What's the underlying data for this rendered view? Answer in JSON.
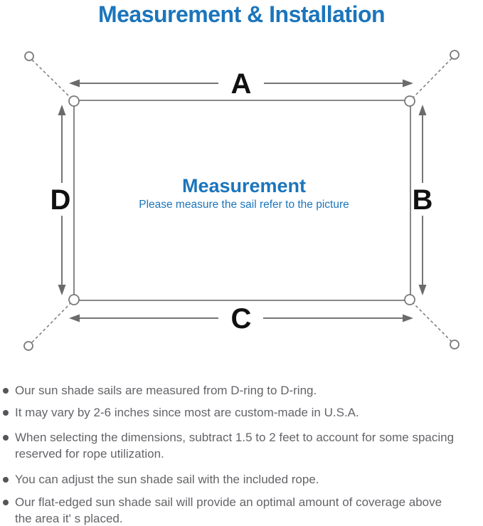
{
  "page": {
    "title": "Measurement & Installation"
  },
  "diagram": {
    "side_labels": {
      "top": "A",
      "right": "B",
      "bottom": "C",
      "left": "D"
    },
    "center": {
      "title": "Measurement",
      "subtitle": "Please measure the sail refer to the picture"
    }
  },
  "notes": {
    "items": [
      "Our sun shade sails are measured from D-ring to D-ring.",
      "It may vary by 2-6 inches since most are custom-made in U.S.A.",
      "When selecting the dimensions, subtract 1.5 to 2 feet to account for some spacing reserved for rope utilization.",
      "You can adjust the sun shade sail with the included rope.",
      "Our flat-edged sun shade sail will provide an optimal amount of coverage above the area it' s placed."
    ]
  },
  "colors": {
    "accent_blue": "#1b75bc",
    "line_gray": "#757575",
    "label_black": "#111111",
    "note_text_gray": "#636468",
    "bullet_gray": "#55565a"
  }
}
